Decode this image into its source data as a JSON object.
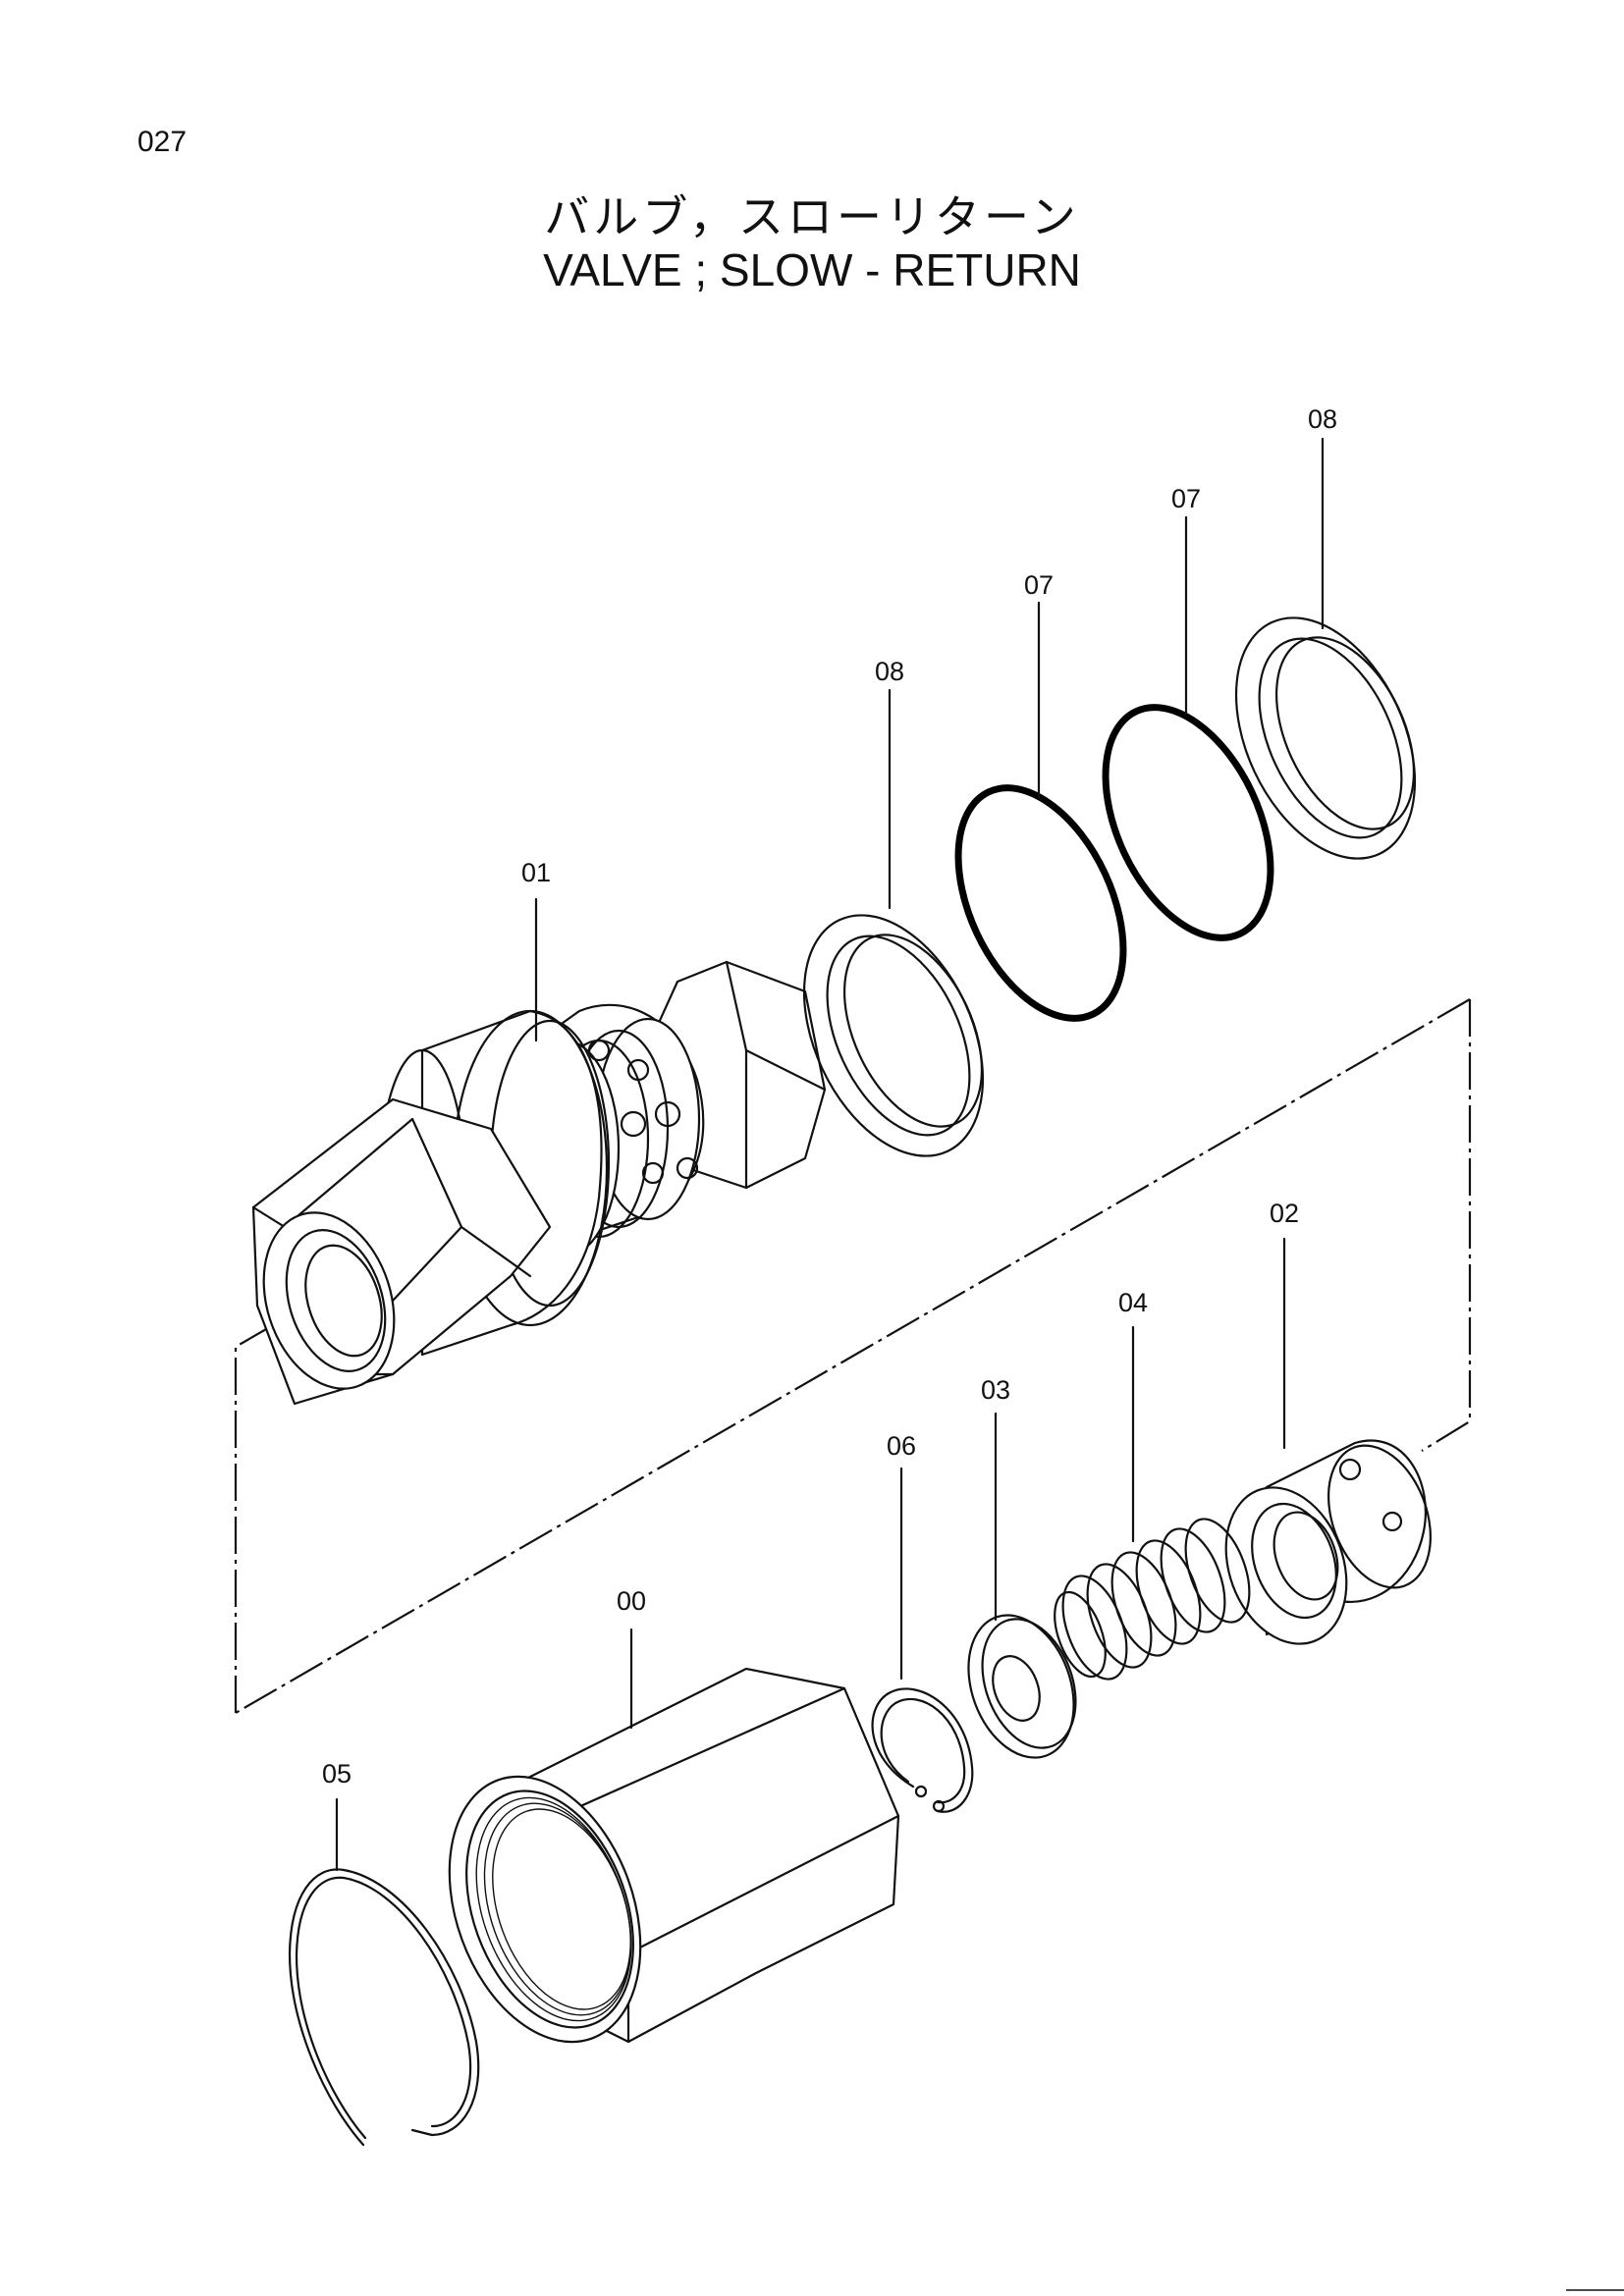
{
  "page_number": "027",
  "title": {
    "japanese": "バルブ，スローリターン",
    "english": "VALVE ; SLOW - RETURN"
  },
  "callouts": [
    {
      "id": "00",
      "label": "00"
    },
    {
      "id": "01",
      "label": "01"
    },
    {
      "id": "02",
      "label": "02"
    },
    {
      "id": "03",
      "label": "03"
    },
    {
      "id": "04",
      "label": "04"
    },
    {
      "id": "05",
      "label": "05"
    },
    {
      "id": "06",
      "label": "06"
    },
    {
      "id": "07a",
      "label": "07"
    },
    {
      "id": "07b",
      "label": "07"
    },
    {
      "id": "08a",
      "label": "08"
    },
    {
      "id": "08b",
      "label": "08"
    }
  ]
}
